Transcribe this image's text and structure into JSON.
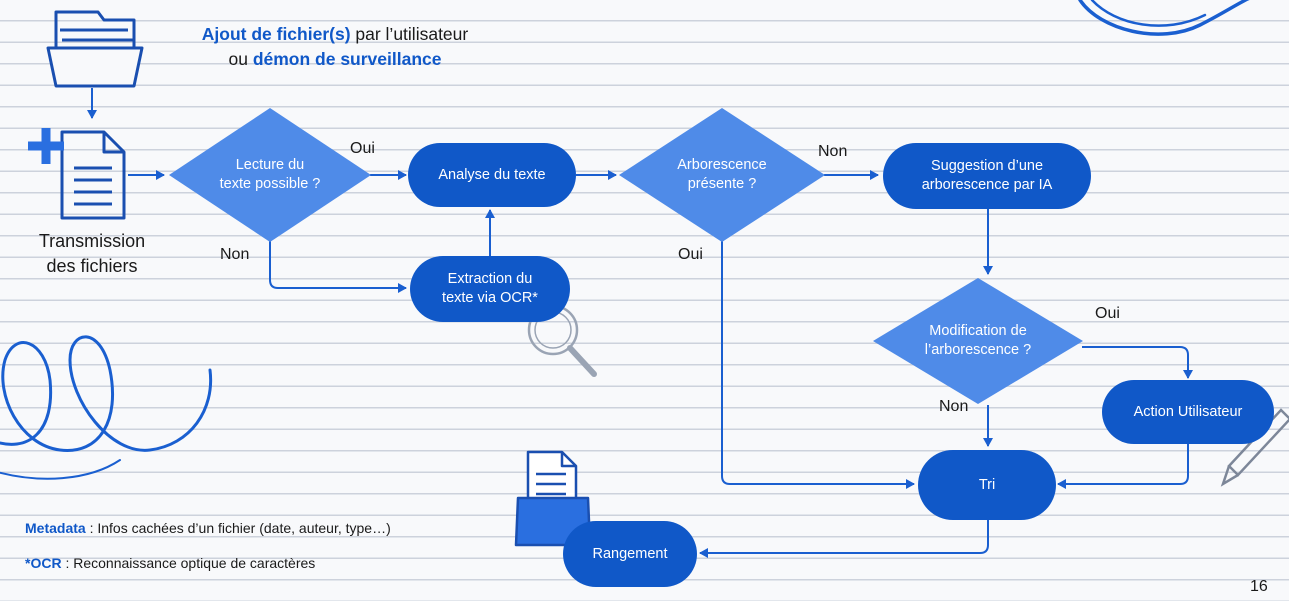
{
  "header": {
    "line1_bold": "Ajout de fichier(s)",
    "line1_rest": " par l’utilisateur",
    "line2_prefix": "ou ",
    "line2_bold": "démon de surveillance"
  },
  "transmission_label": "Transmission\ndes fichiers",
  "nodes": {
    "lecture": "Lecture du\ntexte possible ?",
    "analyse": "Analyse du texte",
    "extraction": "Extraction du\ntexte via OCR*",
    "arborescence": "Arborescence\nprésente ?",
    "suggestion": "Suggestion d’une\narborescence par IA",
    "modification": "Modification de\nl’arborescence ?",
    "action": "Action Utilisateur",
    "tri": "Tri",
    "rangement": "Rangement"
  },
  "edge_labels": {
    "lecture_oui": "Oui",
    "lecture_non": "Non",
    "arbo_non": "Non",
    "arbo_oui": "Oui",
    "modif_oui": "Oui",
    "modif_non": "Non"
  },
  "legend": {
    "metadata_term": "Metadata",
    "metadata_def": " : Infos cachées d’un fichier (date, auteur, type…)",
    "ocr_term": "*OCR",
    "ocr_def": " : Reconnaissance optique de caractères"
  },
  "page_number": "16",
  "colors": {
    "accent": "#1058c8",
    "line": "#1a5fd0",
    "icon": "#1a4fb0"
  }
}
